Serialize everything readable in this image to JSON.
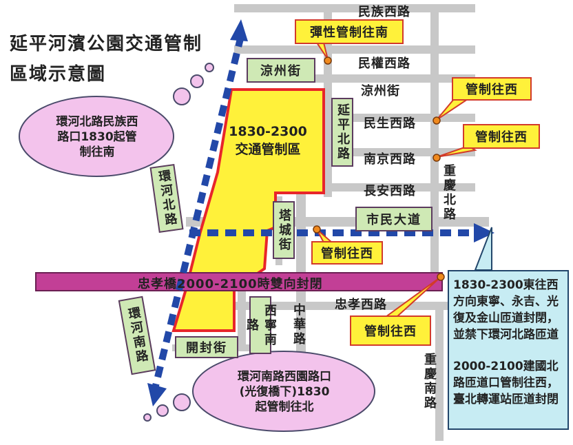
{
  "title": "延平河濱公園交通管制區域示意圖",
  "streets": {
    "minzu": "民族西路",
    "minquan": "民權西路",
    "liangzhou": "涼州街",
    "minsheng": "民生西路",
    "nanjing": "南京西路",
    "changan": "長安西路",
    "zhongxiao_w": "忠孝西路",
    "chongqing_n": "重慶北路",
    "chongqing_s": "重慶南路",
    "zhonghua": "中華路"
  },
  "boxed_labels": {
    "liangzhou_box": "涼州街",
    "yanping": "延平北路",
    "huanhe_n": "環河北路",
    "tacheng": "塔城街",
    "civic": "市民大道",
    "huanhe_s": "環河南路",
    "xining": "西寧南路",
    "kaifeng": "開封街"
  },
  "zone_label": "1830-2300\n交通管制區",
  "bridge_label": "忠孝橋2000-2100時雙向封閉",
  "callouts": {
    "c1": "彈性管制往南",
    "c2": "管制往西",
    "c3": "管制往西",
    "c4": "管制往西",
    "c5": "管制往西"
  },
  "clouds": {
    "north": "環河北路民族西\n路口1830起管\n制往南",
    "south": "環河南路西園路口\n(光復橋下)1830\n起管制往北"
  },
  "info": {
    "p1": "1830-2300東往西方向東寧、永吉、光復及金山匝道封閉，並禁下環河北路匝道",
    "p2": "2000-2100建國北路匝道口管制往西，臺北轉運站匝道封閉"
  },
  "colors": {
    "road": "#c8c8c8",
    "zone_fill": "#fff13a",
    "zone_border": "#e8262a",
    "arrow": "#2248a8",
    "bridge": "#c23f96",
    "cloud": "#f3c3ec",
    "label_box": "#cfe9b5",
    "info_box": "#c7ecf3"
  }
}
